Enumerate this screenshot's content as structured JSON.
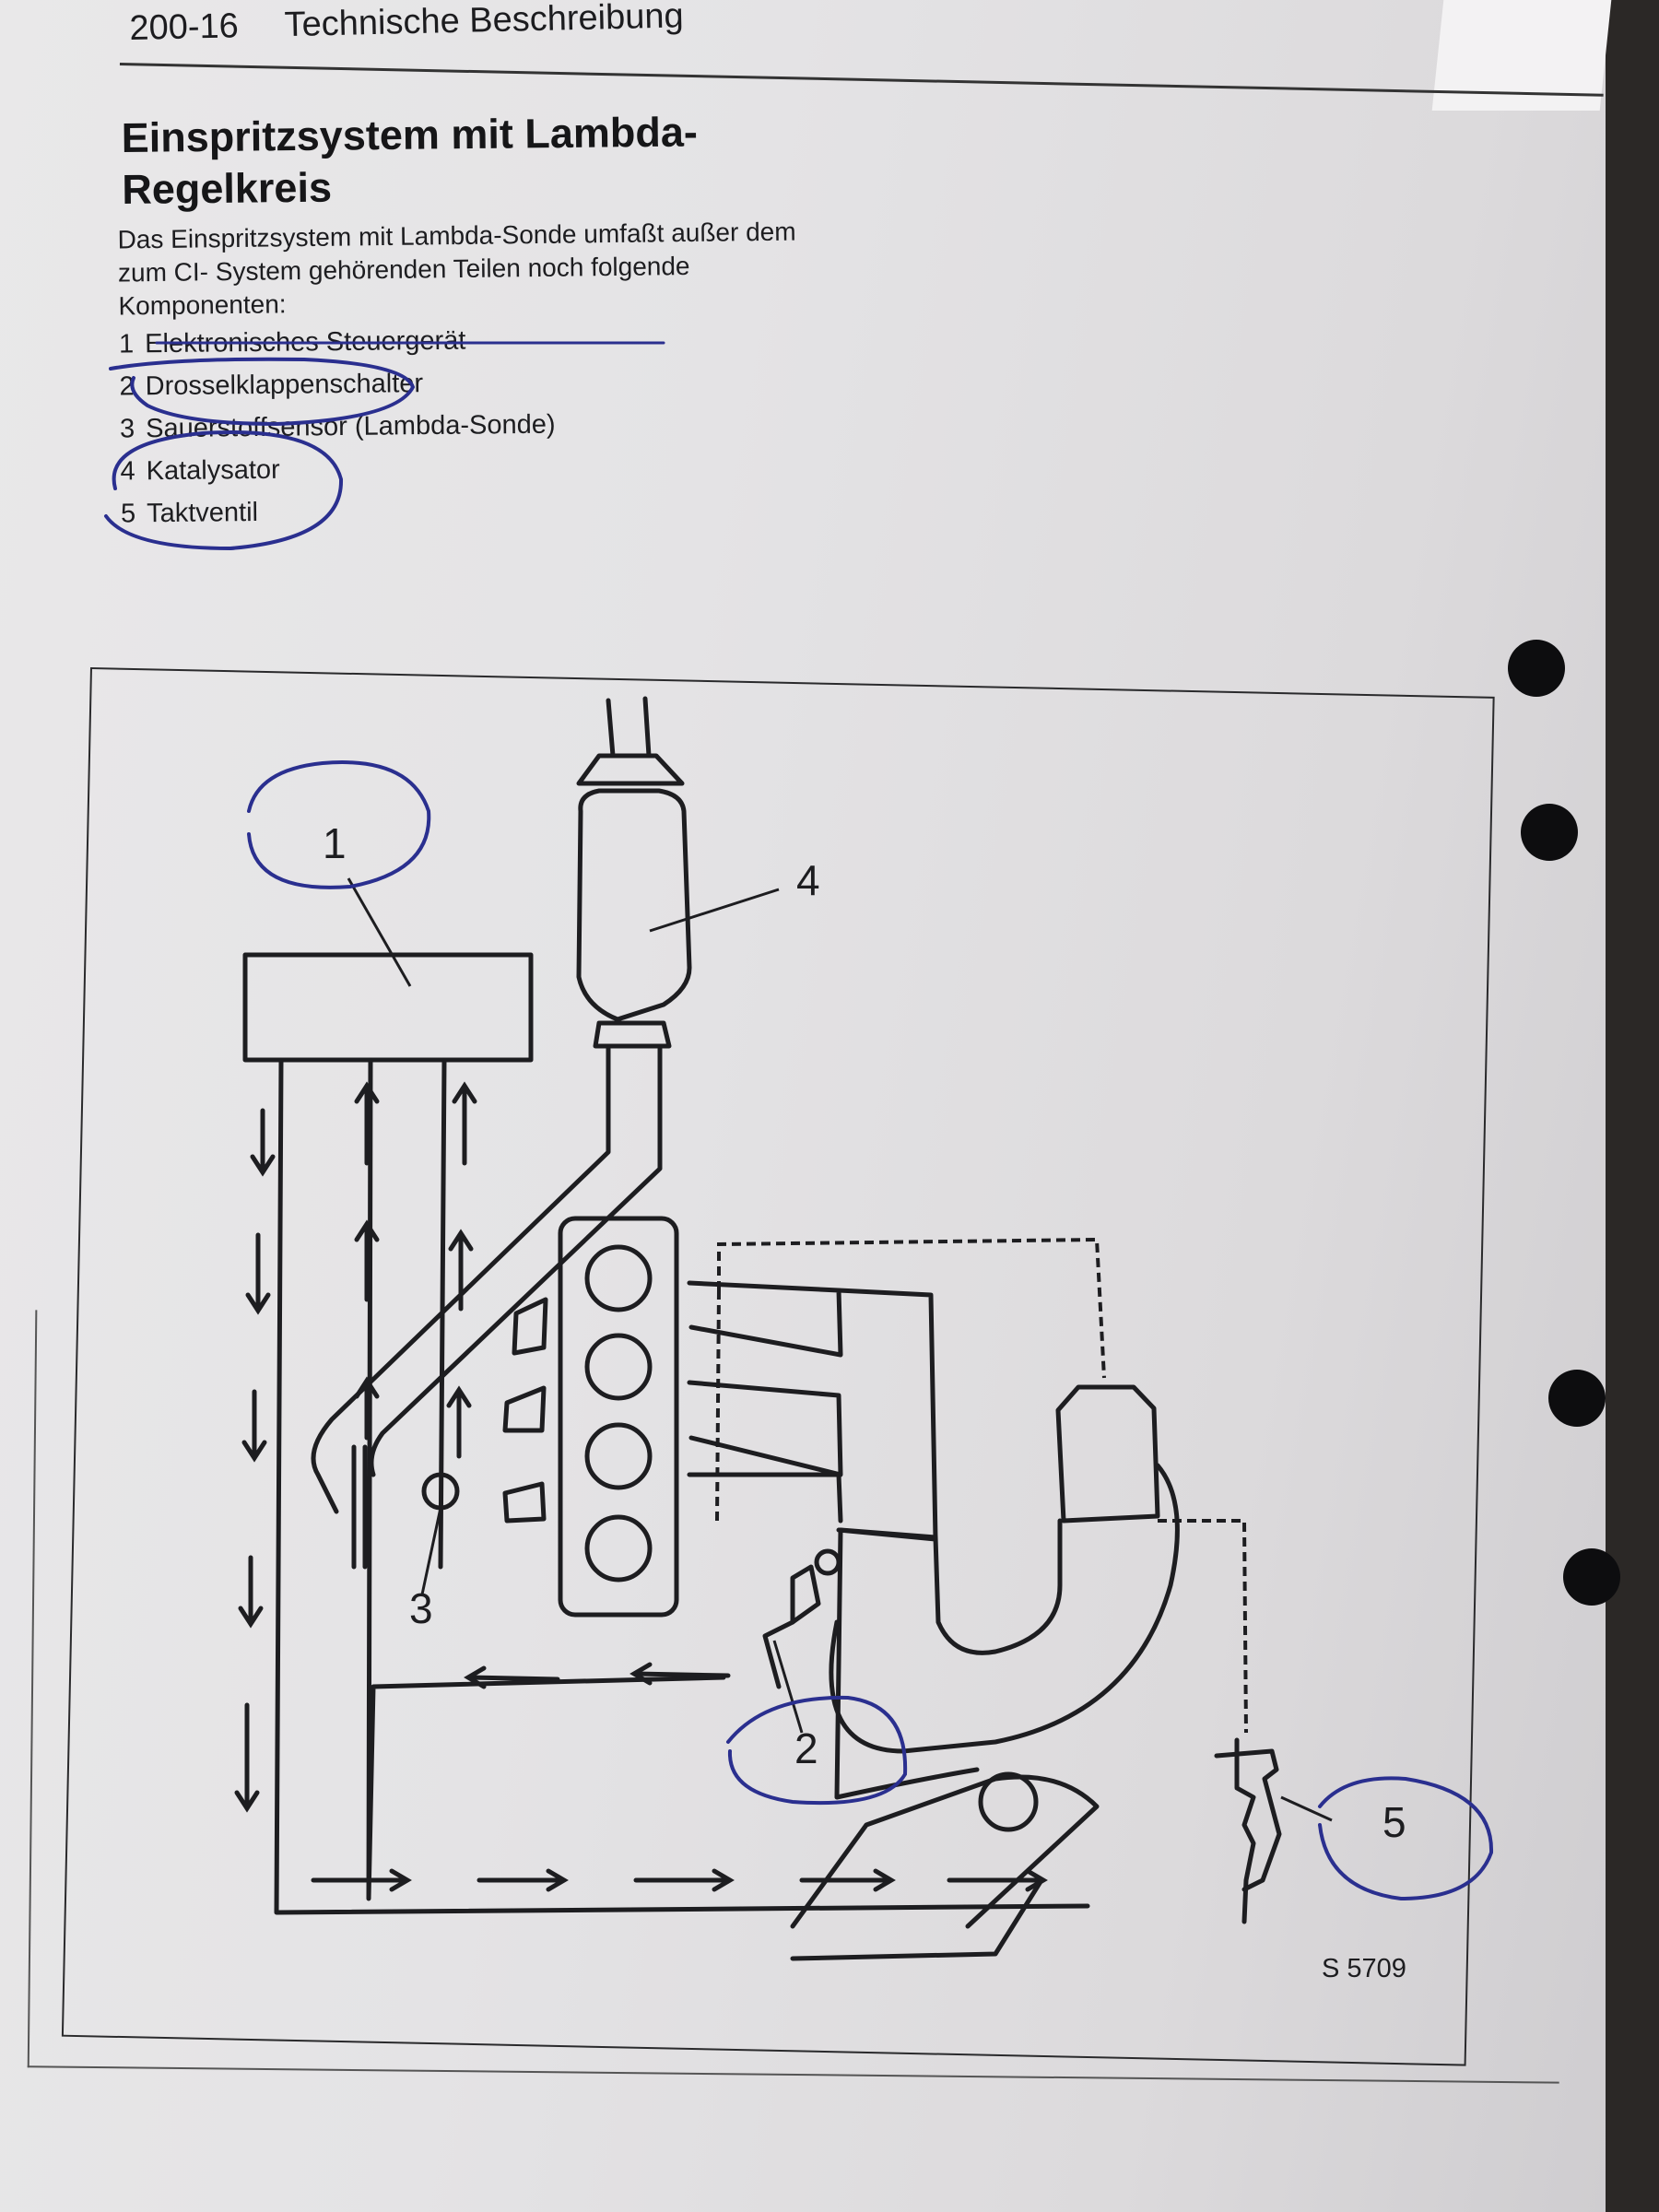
{
  "header": {
    "page_number": "200-16",
    "section": "Technische Beschreibung"
  },
  "title": "Einspritzsystem mit Lambda-Regelkreis",
  "intro_text": "Das Einspritzsystem mit Lambda-Sonde umfaßt außer dem zum CI- System gehörenden Teilen noch folgende Komponenten:",
  "components": [
    {
      "num": "1",
      "label": "Elektronisches Steuergerät"
    },
    {
      "num": "2",
      "label": "Drosselklappenschalter"
    },
    {
      "num": "3",
      "label": "Sauerstoffsensor (Lambda-Sonde)"
    },
    {
      "num": "4",
      "label": "Katalysator"
    },
    {
      "num": "5",
      "label": "Taktventil"
    }
  ],
  "diagram": {
    "callouts": [
      "1",
      "2",
      "3",
      "4",
      "5"
    ],
    "figure_ref": "S 5709"
  },
  "annotation_color": "#2a2f8f",
  "ink_color": "#1d1d20"
}
